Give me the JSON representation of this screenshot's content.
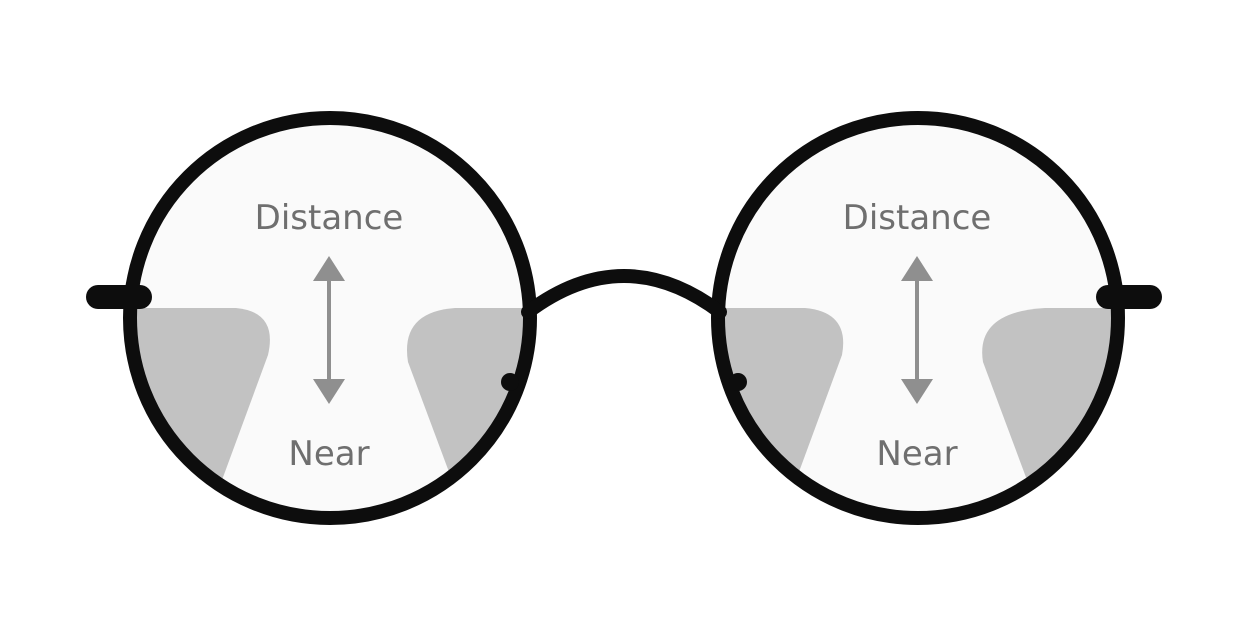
{
  "lenses": [
    {
      "top_label": "Distance",
      "bottom_label": "Near"
    },
    {
      "top_label": "Distance",
      "bottom_label": "Near"
    }
  ],
  "colors": {
    "frame": "#0d0d0d",
    "lens_fill": "#fafafa",
    "blur_zone": "#c2c2c2",
    "arrow": "#8f8f8f",
    "label": "#6f6f6f"
  }
}
